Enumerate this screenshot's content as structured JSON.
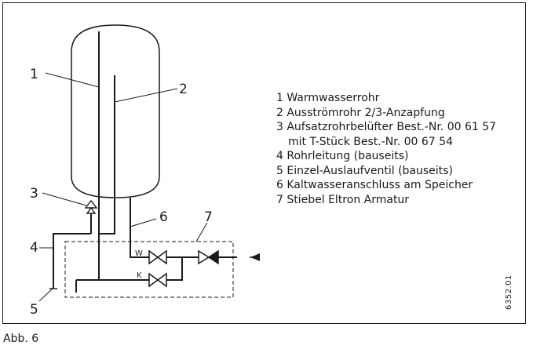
{
  "callouts": [
    "1",
    "2",
    "3",
    "4",
    "5",
    "6",
    "7"
  ],
  "valve_labels": {
    "w": "W",
    "k": "K"
  },
  "legend": [
    {
      "text": "1 Warmwasserrohr"
    },
    {
      "text": "2 Ausströmrohr 2/3-Anzapfung"
    },
    {
      "text": "3 Aufsatzrohrbelüfter Best.-Nr. 00 61 57"
    },
    {
      "text": "mit T-Stück Best.-Nr. 00 67 54",
      "cont": true
    },
    {
      "text": "4 Rohrleitung (bauseits)"
    },
    {
      "text": "5 Einzel-Auslaufventil (bauseits)"
    },
    {
      "text": "6 Kaltwasseranschluss am Speicher"
    },
    {
      "text": "7 Stiebel Eltron Armatur"
    }
  ],
  "doc_number": "6352.01",
  "caption": "Abb. 6"
}
